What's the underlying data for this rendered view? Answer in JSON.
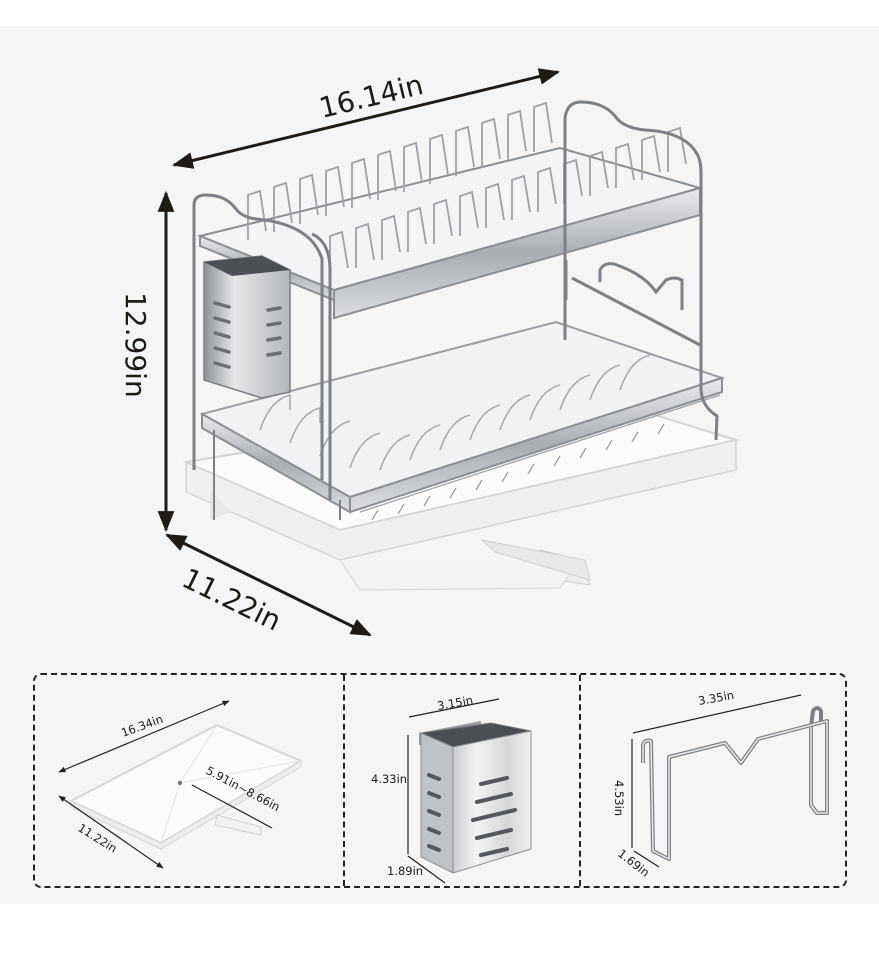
{
  "main_product": {
    "name": "Two-tier stainless steel dish drying rack",
    "dimensions": {
      "width": "16.14in",
      "height": "12.99in",
      "depth": "11.22in"
    }
  },
  "accessories": [
    {
      "name": "Drip tray",
      "dimensions": {
        "length": "16.34in",
        "width": "11.22in",
        "spout_extension": "5.91in~8.66in"
      }
    },
    {
      "name": "Utensil holder",
      "dimensions": {
        "width": "3.15in",
        "height": "4.33in",
        "depth": "1.89in"
      }
    },
    {
      "name": "Cutting board holder",
      "dimensions": {
        "width": "3.35in",
        "height": "4.53in",
        "depth": "1.69in"
      }
    }
  ],
  "colors": {
    "background": "#f5f5f5",
    "steel": "#b9bcc0",
    "steel_dark": "#6f7378",
    "tray": "#fafafa",
    "label": "#1e1a16"
  }
}
